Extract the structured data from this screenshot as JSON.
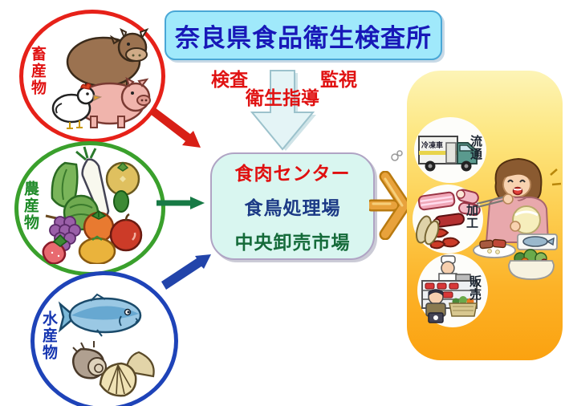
{
  "title": {
    "text": "奈良県食品衛生検査所"
  },
  "oversight": {
    "inspection": "検査",
    "monitoring": "監視",
    "guidance": "衛生指導"
  },
  "sources": [
    {
      "id": "livestock",
      "label": "畜産物",
      "accent": "#e62119",
      "icons": [
        "cow-icon",
        "pig-icon",
        "chicken-icon"
      ]
    },
    {
      "id": "agricultural",
      "label": "農産物",
      "accent": "#3aa02c",
      "icons": [
        "daikon-icon",
        "cabbage-icon",
        "persimmon-icon",
        "grapes-icon",
        "tomato-icon",
        "apple-icon",
        "strawberry-icon",
        "mandarin-icon"
      ]
    },
    {
      "id": "marine",
      "label": "水産物",
      "accent": "#1e43b8",
      "icons": [
        "fish-icon",
        "turban-shell-icon",
        "scallop-icon"
      ]
    }
  ],
  "facilities": {
    "meat_center": "食肉センター",
    "poultry_plant": "食鳥処理場",
    "wholesale_market": "中央卸売市場",
    "colors": {
      "meat_center": "#e01010",
      "poultry_plant": "#1c3a86",
      "wholesale_market": "#156b3a"
    }
  },
  "consumer": {
    "distribution": "流通",
    "truck_label": "冷凍車",
    "processing": "加工",
    "sales": "販売",
    "icons": [
      "freezer-truck-icon",
      "processed-foods-icon",
      "shop-counter-icon",
      "woman-eating-icon"
    ]
  },
  "colors": {
    "title_text": "#1818b8",
    "title_bg": "#a0e9fb",
    "oversight_text": "#e01212",
    "facility_bg": "#d9f6f0",
    "panel_top": "#fdf4b6",
    "panel_bottom": "#fba210",
    "arrow_red": "#d81f16",
    "arrow_green": "#177a45",
    "arrow_blue": "#2244aa",
    "arrow_gold": "#e8a23c"
  }
}
